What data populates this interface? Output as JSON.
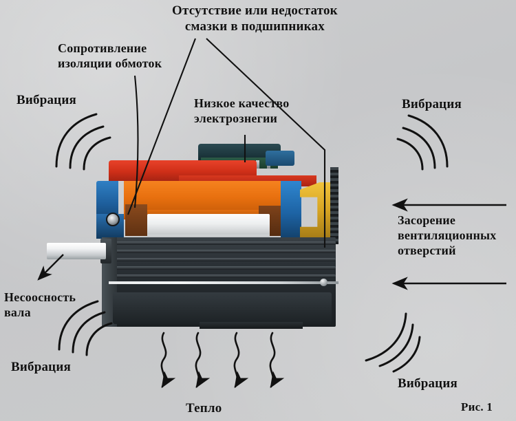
{
  "figure": {
    "caption": "Рис. 1",
    "background_color": "#c9cacc",
    "text_color": "#111111"
  },
  "labels": {
    "bearing_lubrication": "Отсутствие или недостаток\nсмазки в подшипниках",
    "winding_insulation": "Сопротивление\nизоляции обмоток",
    "power_quality": "Низкое качество\nэлектрознегии",
    "vibration_top_left": "Вибрация",
    "vibration_top_right": "Вибрация",
    "vent_blockage": "Засорение\nвентиляционных\nотверстий",
    "shaft_misalignment": "Несоосность\nвала",
    "vibration_bottom_left": "Вибрация",
    "vibration_bottom_right": "Вибрация",
    "heat": "Тепло"
  },
  "illustration": {
    "name": "electric-motor-cutaway",
    "colors": {
      "top_housing": "#cf2f18",
      "stator_winding": "#e8700f",
      "rotor": "#eceeef",
      "end_bracket": "#1e5f9c",
      "fan_cowl": "#d7a423",
      "body": "#23282c",
      "terminal_box": "#1d373e",
      "shaft": "#f1f2f3"
    },
    "parts": [
      "shaft",
      "left-end-bracket",
      "bearing",
      "stator-winding",
      "rotor",
      "terminal-box",
      "fan-cowl",
      "right-end-bracket",
      "cooling-fins",
      "housing"
    ]
  },
  "symbols": {
    "vibration_arc_groups": 4,
    "arcs_per_group": 3,
    "heat_wave_arrows": 4,
    "vent_arrows": 2,
    "shaft_arrow": 1
  }
}
